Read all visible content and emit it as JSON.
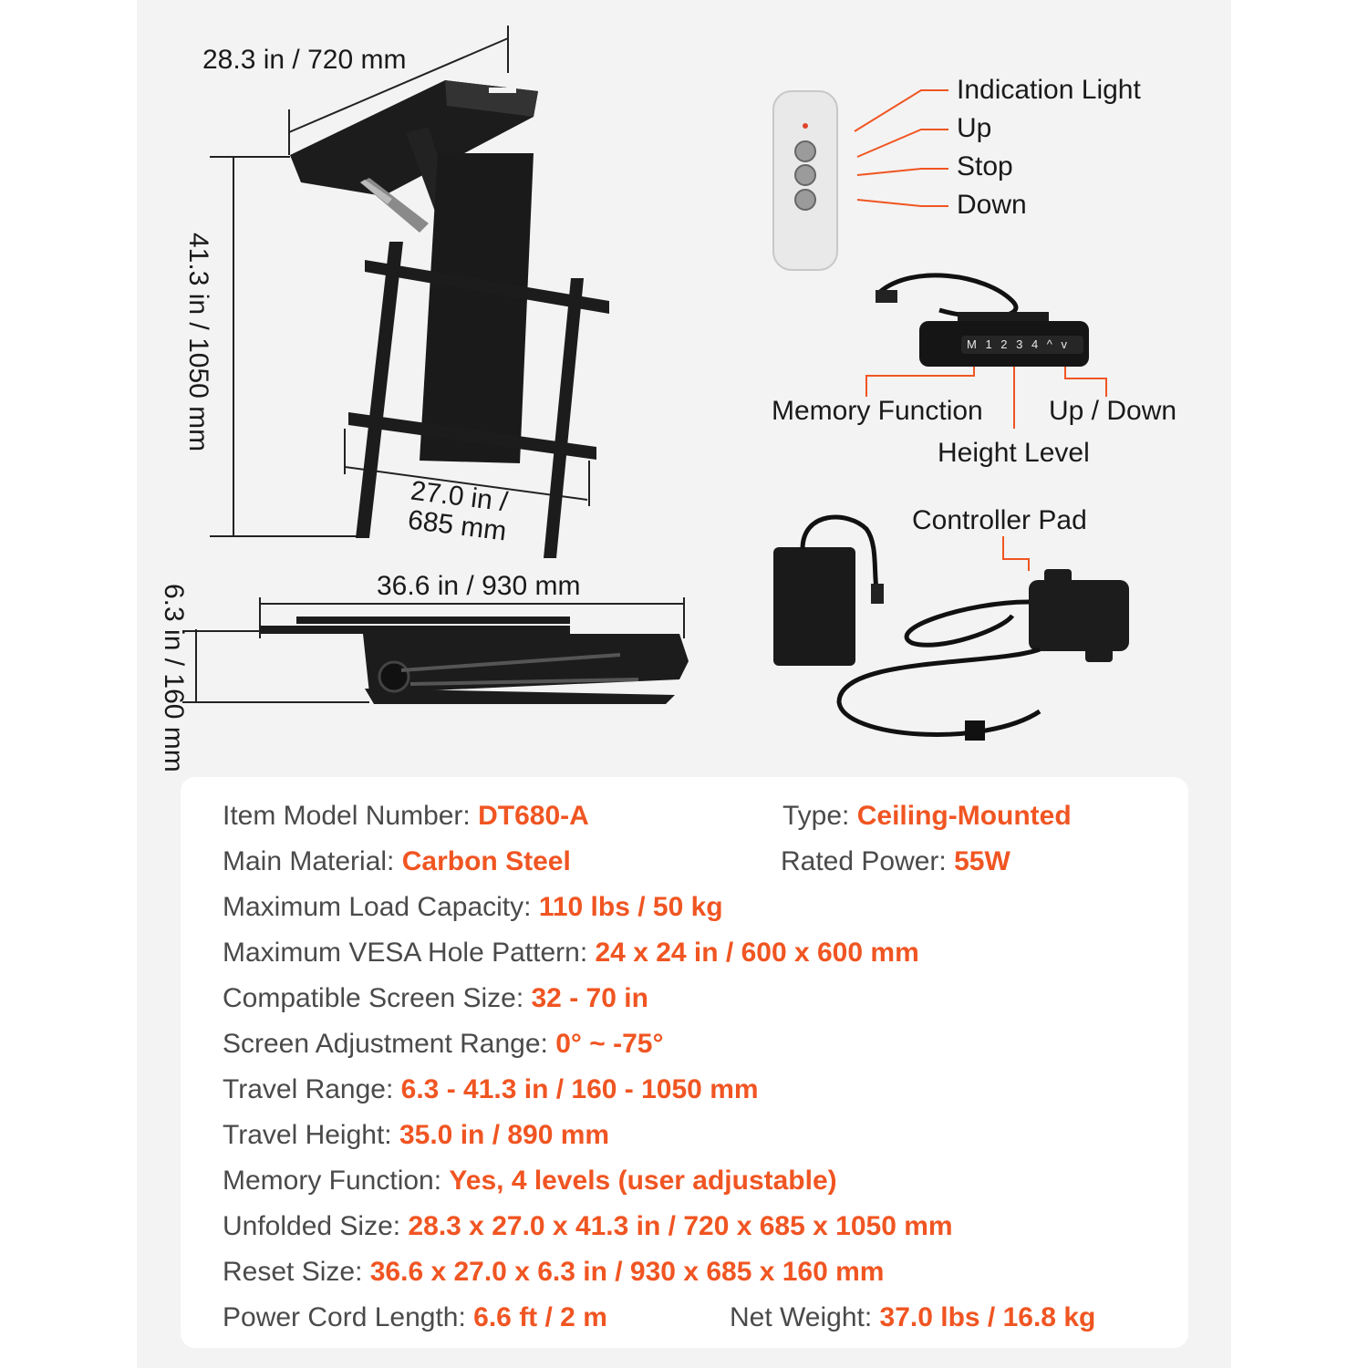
{
  "colors": {
    "accent": "#f05522",
    "label": "#4a4a4a",
    "product": "#1c1c1c",
    "panel_bg": "#f3f3f3"
  },
  "diagram": {
    "dim_width_top": "28.3 in / 720 mm",
    "dim_height": "41.3 in / 1050 mm",
    "dim_bracket_line1": "27.0 in /",
    "dim_bracket_line2": "685 mm",
    "dim_folded_length": "36.6 in / 930 mm",
    "dim_folded_height": "6.3 in / 160 mm"
  },
  "remote": {
    "indication_light": "Indication Light",
    "up": "Up",
    "stop": "Stop",
    "down": "Down"
  },
  "keypad": {
    "keys": "M 1 2 3 4 ^ v",
    "memory_function": "Memory Function",
    "up_down": "Up / Down",
    "height_level": "Height Level"
  },
  "controller": {
    "label": "Controller Pad"
  },
  "specs": {
    "model_label": "Item Model Number: ",
    "model_value": "DT680-A",
    "type_label": "Type: ",
    "type_value": "Ceiling-Mounted",
    "material_label": "Main Material: ",
    "material_value": "Carbon Steel",
    "power_label": "Rated Power: ",
    "power_value": "55W",
    "load_label": "Maximum Load Capacity: ",
    "load_value": "110 lbs / 50 kg",
    "vesa_label": "Maximum VESA Hole Pattern: ",
    "vesa_value": "24 x 24 in / 600 x 600 mm",
    "screen_label": "Compatible Screen Size: ",
    "screen_value": "32 - 70 in",
    "adjust_label": "Screen Adjustment Range: ",
    "adjust_value": "0° ~ -75°",
    "travel_range_label": "Travel Range: ",
    "travel_range_value": "6.3 - 41.3 in / 160 - 1050 mm",
    "travel_height_label": "Travel Height: ",
    "travel_height_value": "35.0 in / 890 mm",
    "memory_label": "Memory Function: ",
    "memory_value": "Yes, 4 levels (user adjustable)",
    "unfolded_label": "Unfolded Size: ",
    "unfolded_value": "28.3 x 27.0 x 41.3 in / 720 x 685 x 1050 mm",
    "reset_label": "Reset Size: ",
    "reset_value": "36.6 x 27.0 x 6.3 in / 930 x 685 x 160 mm",
    "cord_label": "Power Cord Length: ",
    "cord_value": "6.6 ft / 2 m",
    "weight_label": "Net Weight: ",
    "weight_value": "37.0 lbs / 16.8 kg"
  }
}
